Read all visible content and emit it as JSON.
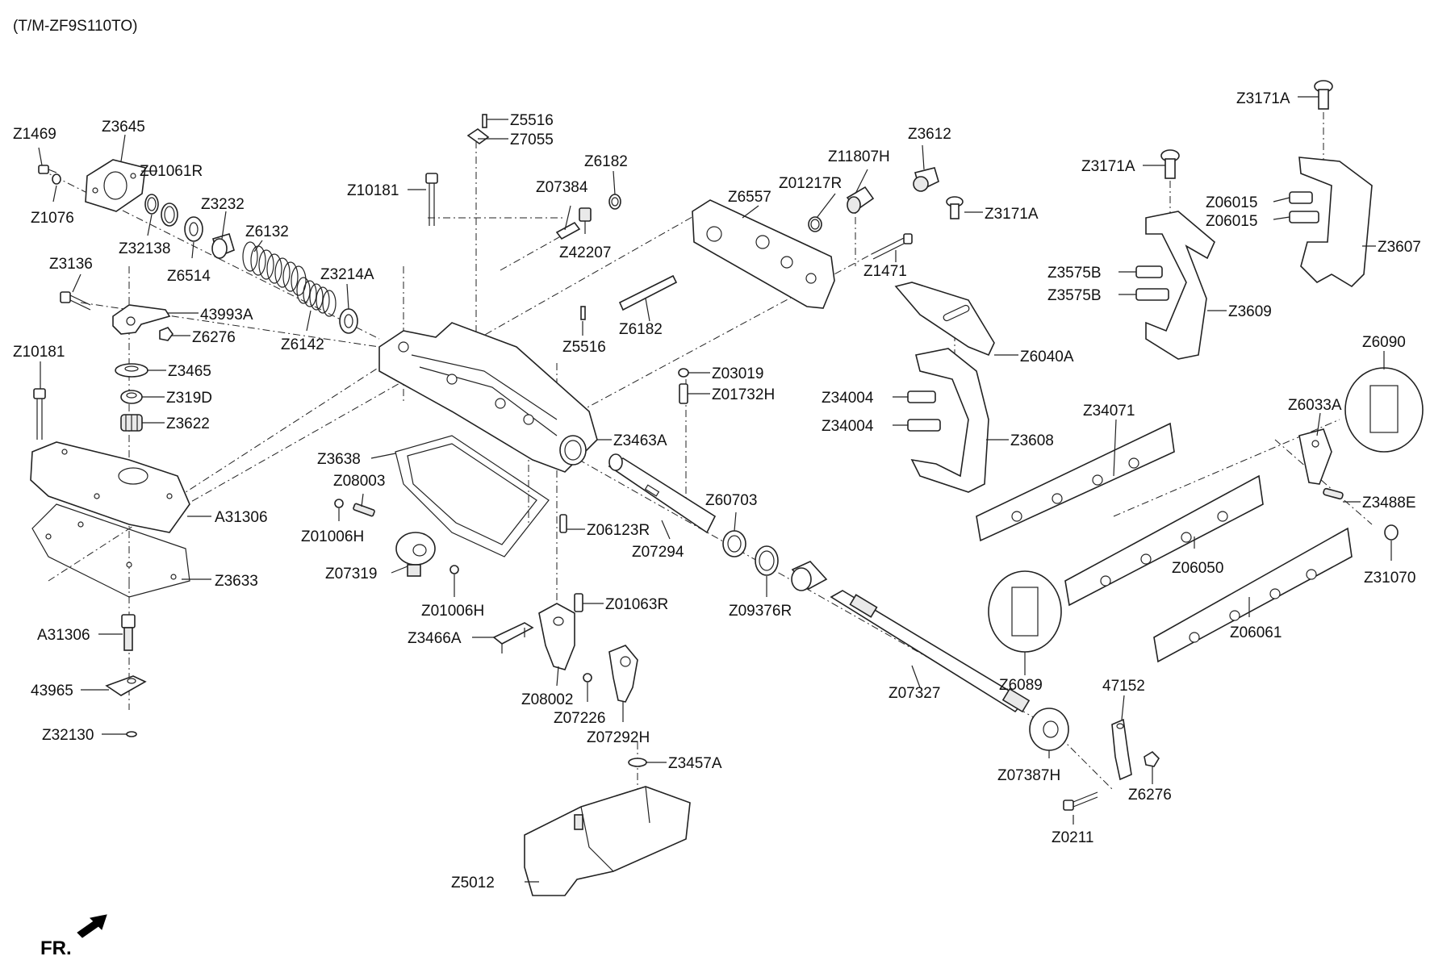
{
  "header": "(T/M-ZF9S110TO)",
  "front_marker": "FR.",
  "labels": {
    "Z1469": "Z1469",
    "Z3645": "Z3645",
    "Z01061R": "Z01061R",
    "Z1076": "Z1076",
    "Z3232": "Z3232",
    "Z32138": "Z32138",
    "Z6514": "Z6514",
    "Z6132": "Z6132",
    "Z3214A": "Z3214A",
    "Z6142": "Z6142",
    "Z3136": "Z3136",
    "Z43993A": "43993A",
    "Z6276a": "Z6276",
    "Z10181a": "Z10181",
    "Z3465": "Z3465",
    "Z319D": "Z319D",
    "Z3622": "Z3622",
    "A31306a": "A31306",
    "Z3633": "Z3633",
    "A31306b": "A31306",
    "P43965": "43965",
    "Z32130": "Z32130",
    "Z5516a": "Z5516",
    "Z7055": "Z7055",
    "Z10181b": "Z10181",
    "Z07384": "Z07384",
    "Z6182a": "Z6182",
    "Z42207": "Z42207",
    "Z6557": "Z6557",
    "Z01217R": "Z01217R",
    "Z11807H": "Z11807H",
    "Z3612": "Z3612",
    "Z3171Aa": "Z3171A",
    "Z1471": "Z1471",
    "Z6182b": "Z6182",
    "Z5516b": "Z5516",
    "Z6040A": "Z6040A",
    "Z03019": "Z03019",
    "Z01732H": "Z01732H",
    "Z3463A": "Z3463A",
    "Z3638": "Z3638",
    "Z08003": "Z08003",
    "Z01006Ha": "Z01006H",
    "Z07319": "Z07319",
    "Z01006Hb": "Z01006H",
    "Z06123R": "Z06123R",
    "Z07294": "Z07294",
    "Z60703": "Z60703",
    "Z09376R": "Z09376R",
    "Z01063R": "Z01063R",
    "Z3466A": "Z3466A",
    "Z08002": "Z08002",
    "Z07226": "Z07226",
    "Z07292H": "Z07292H",
    "Z3457A": "Z3457A",
    "Z5012": "Z5012",
    "Z07327": "Z07327",
    "Z6089": "Z6089",
    "Z07387H": "Z07387H",
    "P47152": "47152",
    "Z6276b": "Z6276",
    "Z0211": "Z0211",
    "Z3171Ab": "Z3171A",
    "Z3171Ac": "Z3171A",
    "Z06015a": "Z06015",
    "Z06015b": "Z06015",
    "Z3607": "Z3607",
    "Z3575Ba": "Z3575B",
    "Z3575Bb": "Z3575B",
    "Z3609": "Z3609",
    "Z34004a": "Z34004",
    "Z34004b": "Z34004",
    "Z3608": "Z3608",
    "Z34071": "Z34071",
    "Z6033A": "Z6033A",
    "Z6090": "Z6090",
    "Z3488E": "Z3488E",
    "Z31070": "Z31070",
    "Z06050": "Z06050",
    "Z06061": "Z06061"
  }
}
